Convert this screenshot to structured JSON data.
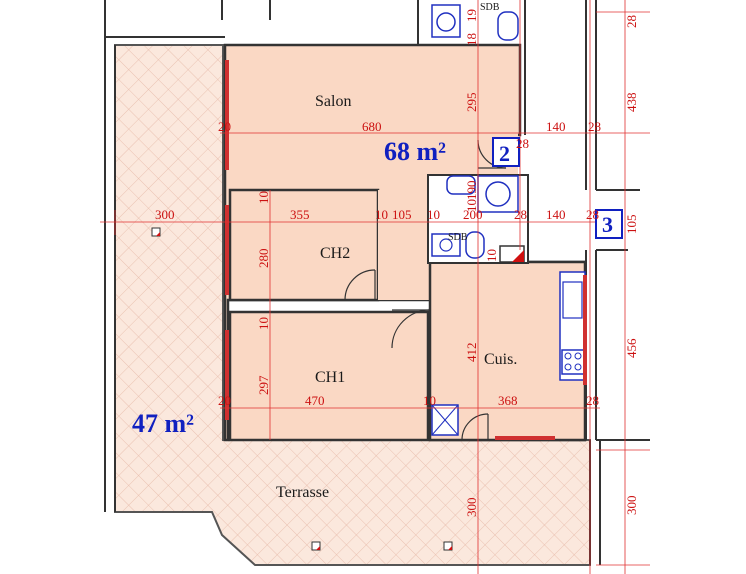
{
  "rooms": {
    "salon": "Salon",
    "ch2": "CH2",
    "ch1": "CH1",
    "cuisine": "Cuis.",
    "terrasse": "Terrasse",
    "sdb_top": "SDB",
    "sdb_mid": "SDB"
  },
  "areas": {
    "apartment": "68 m²",
    "terrace": "47 m²"
  },
  "unit_numbers": {
    "unit_2": "2",
    "unit_3": "3"
  },
  "dimensions": {
    "salon_width": "680",
    "salon_height": "295",
    "salon_wall_left": "20",
    "ch2_width": "355",
    "ch2_height": "280",
    "ch2_wall_top": "10",
    "ch2_wall_right": "10",
    "hall_width": "105",
    "wall_10_hall": "10",
    "sdb_width": "200",
    "wall_28_mid": "28",
    "right_140_upper": "140",
    "right_140_lower": "140",
    "wall_28_upper": "28",
    "wall_28_lower": "28",
    "wall_28_salon_door": "28",
    "terrace_width": "300",
    "ch1_width": "470",
    "ch1_height": "297",
    "ch1_wall_top": "10",
    "ch1_wall_left": "20",
    "ch1_wall_right": "10",
    "kitchen_width": "368",
    "kitchen_height": "412",
    "kitchen_wall": "28",
    "top_19": "19",
    "top_18": "18",
    "vert_190": "190",
    "vert_10": "10",
    "vert_10_kitchen": "10",
    "right_438": "438",
    "right_456": "456",
    "right_28_top": "28",
    "right_105": "105",
    "terrace_depth": "300",
    "right_300": "300"
  }
}
